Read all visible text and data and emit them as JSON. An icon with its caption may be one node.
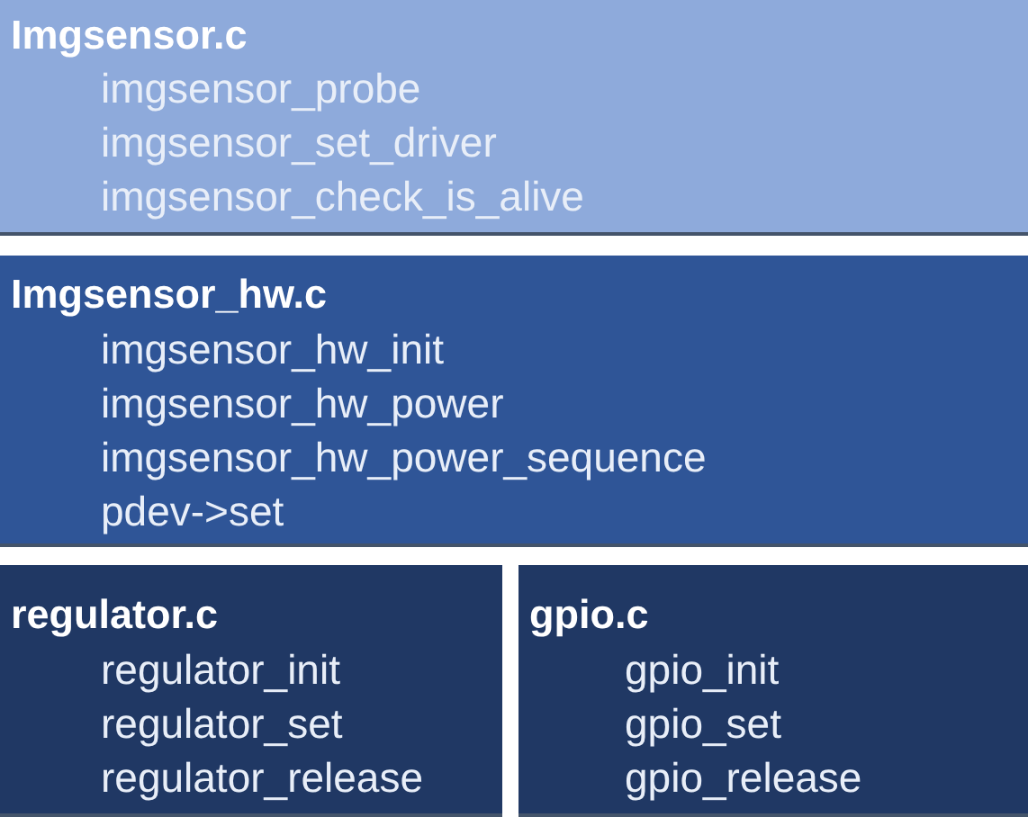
{
  "diagram": {
    "nodes": [
      {
        "text": [
          "Imgsensor.c",
          "imgsensor_probe",
          "imgsensor_set_driver",
          "imgsensor_check_is_alive"
        ]
      },
      {
        "text": [
          "Imgsensor_hw.c",
          "imgsensor_hw_init",
          "imgsensor_hw_power",
          "imgsensor_hw_power_sequence",
          "pdev->set"
        ]
      },
      {
        "text": [
          "regulator.c",
          "regulator_init",
          "regulator_set",
          "regulator_release"
        ]
      },
      {
        "text": [
          "gpio.c",
          "gpio_init",
          "gpio_set",
          "gpio_release"
        ]
      }
    ]
  }
}
